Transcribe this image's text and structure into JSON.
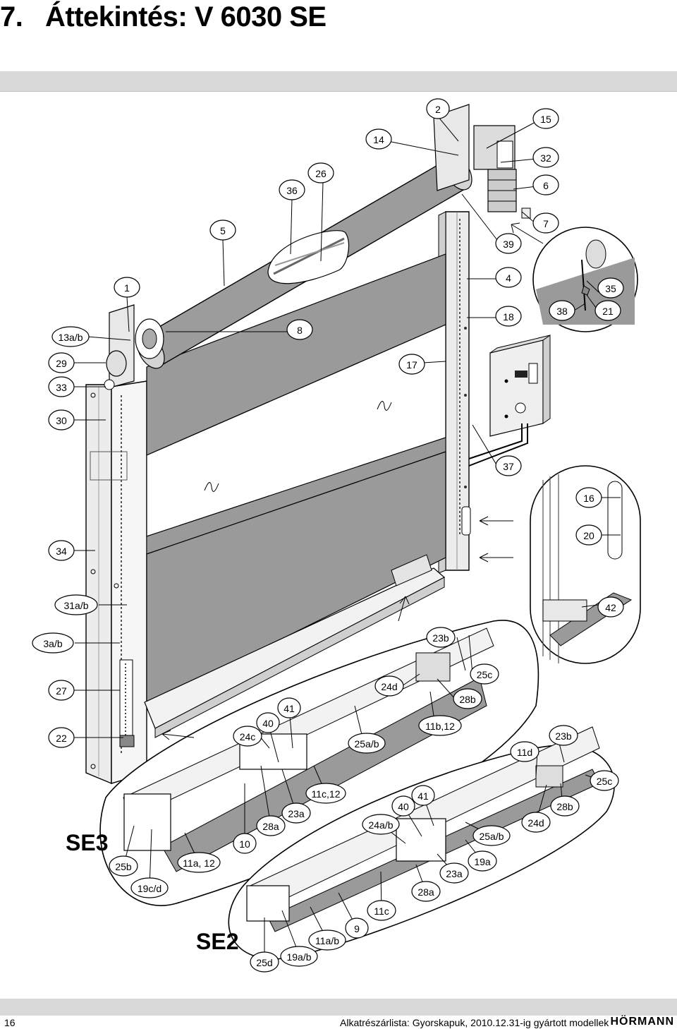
{
  "header": {
    "number": "7.",
    "title": "Áttekintés: V 6030 SE"
  },
  "variants": {
    "se3": "SE3",
    "se2": "SE2"
  },
  "labels": [
    {
      "id": "2",
      "t": "2"
    },
    {
      "id": "14",
      "t": "14"
    },
    {
      "id": "15",
      "t": "15"
    },
    {
      "id": "32",
      "t": "32"
    },
    {
      "id": "26",
      "t": "26"
    },
    {
      "id": "36",
      "t": "36"
    },
    {
      "id": "6",
      "t": "6"
    },
    {
      "id": "5",
      "t": "5"
    },
    {
      "id": "7",
      "t": "7"
    },
    {
      "id": "39",
      "t": "39"
    },
    {
      "id": "1",
      "t": "1"
    },
    {
      "id": "4",
      "t": "4"
    },
    {
      "id": "35",
      "t": "35"
    },
    {
      "id": "38",
      "t": "38"
    },
    {
      "id": "21",
      "t": "21"
    },
    {
      "id": "18",
      "t": "18"
    },
    {
      "id": "13ab",
      "t": "13a/b"
    },
    {
      "id": "8",
      "t": "8"
    },
    {
      "id": "29",
      "t": "29"
    },
    {
      "id": "17",
      "t": "17"
    },
    {
      "id": "33",
      "t": "33"
    },
    {
      "id": "30",
      "t": "30"
    },
    {
      "id": "37",
      "t": "37"
    },
    {
      "id": "16",
      "t": "16"
    },
    {
      "id": "34",
      "t": "34"
    },
    {
      "id": "20",
      "t": "20"
    },
    {
      "id": "31ab",
      "t": "31a/b"
    },
    {
      "id": "42",
      "t": "42"
    },
    {
      "id": "3ab",
      "t": "3a/b"
    },
    {
      "id": "23b_1",
      "t": "23b"
    },
    {
      "id": "27",
      "t": "27"
    },
    {
      "id": "24d_1",
      "t": "24d"
    },
    {
      "id": "25c_1",
      "t": "25c"
    },
    {
      "id": "28b_1",
      "t": "28b"
    },
    {
      "id": "41_1",
      "t": "41"
    },
    {
      "id": "40_1",
      "t": "40"
    },
    {
      "id": "11b12",
      "t": "11b,12"
    },
    {
      "id": "22",
      "t": "22"
    },
    {
      "id": "24c",
      "t": "24c"
    },
    {
      "id": "25ab_1",
      "t": "25a/b"
    },
    {
      "id": "23b_2",
      "t": "23b"
    },
    {
      "id": "11d",
      "t": "11d"
    },
    {
      "id": "25c_2",
      "t": "25c"
    },
    {
      "id": "11c12",
      "t": "11c,12"
    },
    {
      "id": "41_2",
      "t": "41"
    },
    {
      "id": "40_2",
      "t": "40"
    },
    {
      "id": "28b_2",
      "t": "28b"
    },
    {
      "id": "23a_1",
      "t": "23a"
    },
    {
      "id": "24d_2",
      "t": "24d"
    },
    {
      "id": "24ab",
      "t": "24a/b"
    },
    {
      "id": "28a_1",
      "t": "28a"
    },
    {
      "id": "25ab_2",
      "t": "25a/b"
    },
    {
      "id": "10",
      "t": "10"
    },
    {
      "id": "25b",
      "t": "25b"
    },
    {
      "id": "11a12",
      "t": "11a, 12"
    },
    {
      "id": "19a",
      "t": "19a"
    },
    {
      "id": "23a_2",
      "t": "23a"
    },
    {
      "id": "19cd",
      "t": "19c/d"
    },
    {
      "id": "28a_2",
      "t": "28a"
    },
    {
      "id": "11c",
      "t": "11c"
    },
    {
      "id": "9",
      "t": "9"
    },
    {
      "id": "11ab",
      "t": "11a/b"
    },
    {
      "id": "25d",
      "t": "25d"
    },
    {
      "id": "19ab",
      "t": "19a/b"
    }
  ],
  "footer": {
    "page": "16",
    "caption": "Alkatrészárlista: Gyorskapuk, 2010.12.31-ig gyártott modellek",
    "brand": "HÖRMANN"
  }
}
